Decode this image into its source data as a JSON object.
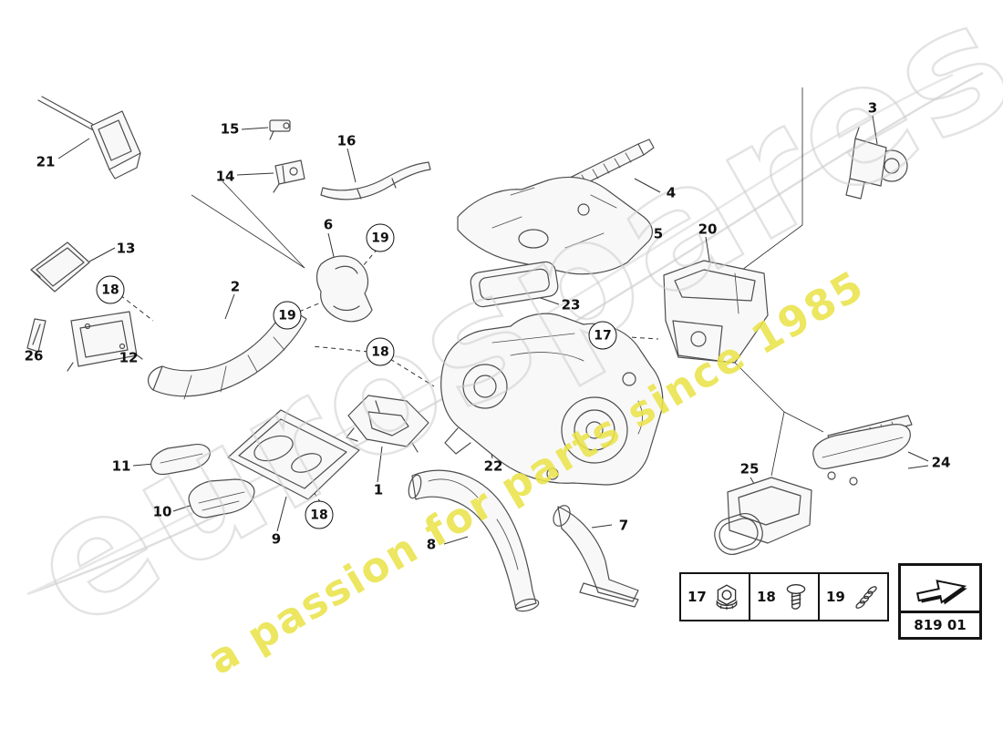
{
  "watermark": {
    "brand": "eurospares",
    "tagline": "a passion for parts since 1985",
    "brand_stroke_color": "#cdcdcd",
    "tagline_color": "#e9e25a"
  },
  "diagram": {
    "code": "819 01",
    "labels": [
      {
        "text": "21"
      },
      {
        "text": "15"
      },
      {
        "text": "14"
      },
      {
        "text": "16"
      },
      {
        "text": "4"
      },
      {
        "text": "5"
      },
      {
        "text": "3"
      },
      {
        "text": "13"
      },
      {
        "text": "18"
      },
      {
        "text": "6"
      },
      {
        "text": "19"
      },
      {
        "text": "19"
      },
      {
        "text": "2"
      },
      {
        "text": "26"
      },
      {
        "text": "12"
      },
      {
        "text": "23"
      },
      {
        "text": "17"
      },
      {
        "text": "20"
      },
      {
        "text": "18"
      },
      {
        "text": "22"
      },
      {
        "text": "1"
      },
      {
        "text": "9"
      },
      {
        "text": "11"
      },
      {
        "text": "10"
      },
      {
        "text": "18"
      },
      {
        "text": "8"
      },
      {
        "text": "7"
      },
      {
        "text": "25"
      },
      {
        "text": "24"
      }
    ]
  },
  "legend": {
    "items": [
      {
        "number": "17",
        "icon": "flange-nut-icon"
      },
      {
        "number": "18",
        "icon": "screw-icon"
      },
      {
        "number": "19",
        "icon": "spring-clip-icon"
      }
    ]
  }
}
